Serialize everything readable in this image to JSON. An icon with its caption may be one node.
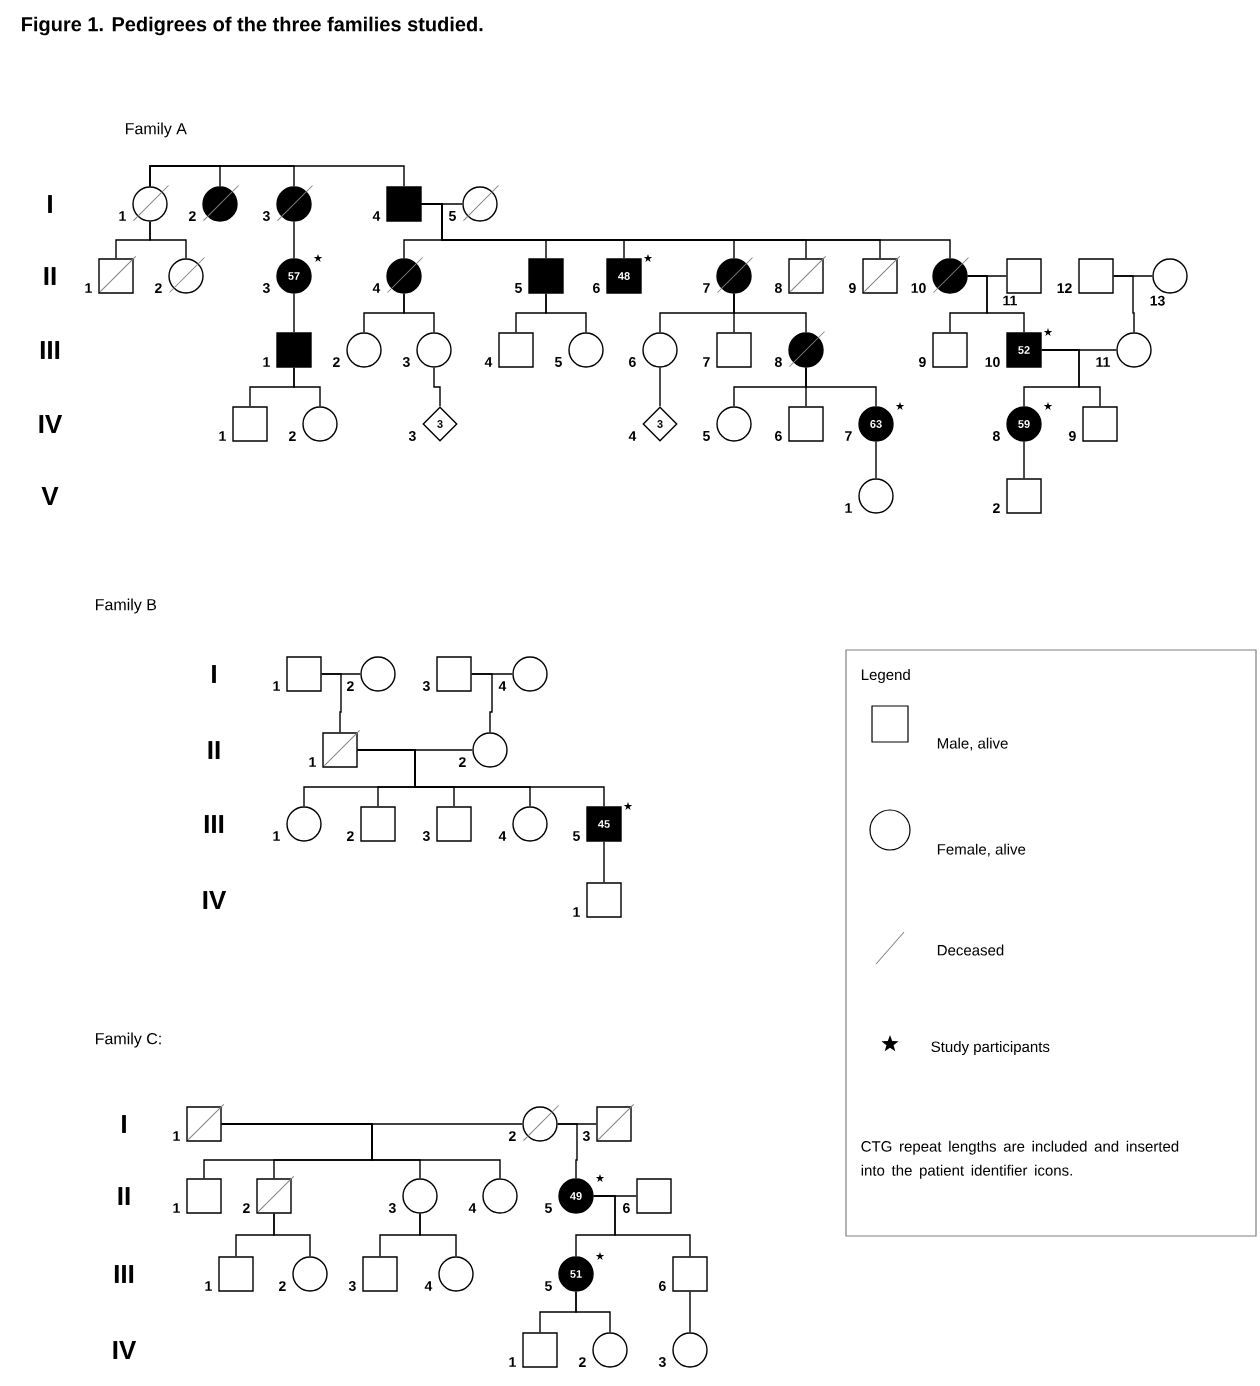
{
  "diagram": {
    "title": "Figure 1. Pedigrees of the three families studied.",
    "nodes": [
      {
        "text": [],
        "shape": "circle",
        "beside": [
          "1"
        ]
      },
      {
        "text": [],
        "shape": "circle",
        "beside": [
          "2"
        ]
      },
      {
        "text": [],
        "shape": "circle",
        "beside": [
          "3"
        ]
      },
      {
        "text": [],
        "shape": "box",
        "beside": [
          "4"
        ]
      },
      {
        "text": [],
        "shape": "circle",
        "beside": [
          "5"
        ]
      },
      {
        "text": [],
        "shape": "box",
        "beside": [
          "1"
        ]
      },
      {
        "text": [],
        "shape": "circle",
        "beside": [
          "2"
        ]
      },
      {
        "text": [
          "57"
        ],
        "beside": [
          "3",
          "★"
        ]
      },
      {
        "text": [],
        "shape": "circle",
        "beside": [
          "4"
        ]
      },
      {
        "text": [],
        "shape": "box",
        "beside": [
          "5"
        ]
      },
      {
        "text": [
          "48"
        ],
        "beside": [
          "6",
          "★"
        ]
      },
      {
        "text": [],
        "shape": "circle",
        "beside": [
          "7"
        ]
      },
      {
        "text": [],
        "shape": "box",
        "beside": [
          "8"
        ]
      },
      {
        "text": [],
        "shape": "box",
        "beside": [
          "9"
        ]
      },
      {
        "text": [],
        "shape": "circle",
        "beside": [
          "10"
        ]
      },
      {
        "text": [],
        "shape": "box",
        "beside": [
          "11"
        ]
      },
      {
        "text": [],
        "shape": "box",
        "beside": [
          "12"
        ]
      },
      {
        "text": [],
        "shape": "circle",
        "beside": [
          "13"
        ]
      },
      {
        "text": [],
        "shape": "box",
        "beside": [
          "1"
        ]
      },
      {
        "text": [],
        "shape": "circle",
        "beside": [
          "2"
        ]
      },
      {
        "text": [],
        "shape": "circle",
        "beside": [
          "3"
        ]
      },
      {
        "text": [],
        "shape": "box",
        "beside": [
          "4"
        ]
      },
      {
        "text": [],
        "shape": "circle",
        "beside": [
          "5"
        ]
      },
      {
        "text": [],
        "shape": "circle",
        "beside": [
          "6"
        ]
      },
      {
        "text": [],
        "shape": "box",
        "beside": [
          "7"
        ]
      },
      {
        "text": [],
        "shape": "circle",
        "beside": [
          "8"
        ]
      },
      {
        "text": [],
        "shape": "box",
        "beside": [
          "9"
        ]
      },
      {
        "text": [
          "52"
        ],
        "beside": [
          "10",
          "★"
        ]
      },
      {
        "text": [],
        "shape": "circle",
        "beside": [
          "11"
        ]
      },
      {
        "text": [],
        "shape": "box",
        "beside": [
          "1"
        ]
      },
      {
        "text": [],
        "shape": "circle",
        "beside": [
          "2"
        ]
      },
      {
        "text": [
          "3"
        ],
        "beside": [
          "3"
        ]
      },
      {
        "text": [
          "3"
        ],
        "beside": [
          "4"
        ]
      },
      {
        "text": [],
        "shape": "circle",
        "beside": [
          "5"
        ]
      },
      {
        "text": [],
        "shape": "box",
        "beside": [
          "6"
        ]
      },
      {
        "text": [
          "63"
        ],
        "beside": [
          "7",
          "★"
        ]
      },
      {
        "text": [
          "59"
        ],
        "beside": [
          "8",
          "★"
        ]
      },
      {
        "text": [],
        "shape": "box",
        "beside": [
          "9"
        ]
      },
      {
        "text": [],
        "shape": "circle",
        "beside": [
          "1"
        ]
      },
      {
        "text": [],
        "shape": "box",
        "beside": [
          "2"
        ]
      },
      {
        "text": [],
        "shape": "box",
        "beside": [
          "1"
        ]
      },
      {
        "text": [],
        "shape": "circle",
        "beside": [
          "2"
        ]
      },
      {
        "text": [],
        "shape": "box",
        "beside": [
          "3"
        ]
      },
      {
        "text": [],
        "shape": "circle",
        "beside": [
          "4"
        ]
      },
      {
        "text": [],
        "shape": "box",
        "beside": [
          "1"
        ]
      },
      {
        "text": [],
        "shape": "circle",
        "beside": [
          "2"
        ]
      },
      {
        "text": [],
        "shape": "circle",
        "beside": [
          "1"
        ]
      },
      {
        "text": [],
        "shape": "box",
        "beside": [
          "2"
        ]
      },
      {
        "text": [],
        "shape": "box",
        "beside": [
          "3"
        ]
      },
      {
        "text": [],
        "shape": "circle",
        "beside": [
          "4"
        ]
      },
      {
        "text": [
          "45"
        ],
        "beside": [
          "5",
          "★"
        ]
      },
      {
        "text": [],
        "shape": "box",
        "beside": [
          "1"
        ]
      },
      {
        "text": [],
        "shape": "box",
        "beside": [
          "1"
        ]
      },
      {
        "text": [],
        "shape": "circle",
        "beside": [
          "2"
        ]
      },
      {
        "text": [],
        "shape": "box",
        "beside": [
          "3"
        ]
      },
      {
        "text": [],
        "shape": "box",
        "beside": [
          "1"
        ]
      },
      {
        "text": [],
        "shape": "box",
        "beside": [
          "2"
        ]
      },
      {
        "text": [],
        "shape": "circle",
        "beside": [
          "3"
        ]
      },
      {
        "text": [],
        "shape": "circle",
        "beside": [
          "4"
        ]
      },
      {
        "text": [
          "49"
        ],
        "beside": [
          "5",
          "★"
        ]
      },
      {
        "text": [],
        "shape": "box",
        "beside": [
          "6"
        ]
      },
      {
        "text": [],
        "shape": "box",
        "beside": [
          "1"
        ]
      },
      {
        "text": [],
        "shape": "circle",
        "beside": [
          "2"
        ]
      },
      {
        "text": [],
        "shape": "box",
        "beside": [
          "3"
        ]
      },
      {
        "text": [],
        "shape": "circle",
        "beside": [
          "4"
        ]
      },
      {
        "text": [
          "51"
        ],
        "beside": [
          "5",
          "★"
        ]
      },
      {
        "text": [],
        "shape": "box",
        "beside": [
          "6"
        ]
      },
      {
        "text": [],
        "shape": "box",
        "beside": [
          "1"
        ]
      },
      {
        "text": [],
        "shape": "circle",
        "beside": [
          "2"
        ]
      },
      {
        "text": [],
        "shape": "circle",
        "beside": [
          "3"
        ]
      }
    ],
    "edges": [
      {
        "from": 0,
        "to": 1,
        "arrow": "none"
      },
      {
        "from": 0,
        "to": 2,
        "arrow": "none"
      },
      {
        "from": 0,
        "to": 3,
        "arrow": "none"
      },
      {
        "from": 3,
        "to": 4,
        "arrow": "none"
      },
      {
        "from": 14,
        "to": 15,
        "arrow": "none"
      },
      {
        "from": 16,
        "to": 17,
        "arrow": "none"
      },
      {
        "from": 27,
        "to": 28,
        "arrow": "none"
      },
      {
        "from": 0,
        "to": 5,
        "arrow": "none"
      },
      {
        "from": 0,
        "to": 6,
        "arrow": "none"
      },
      {
        "from": 2,
        "to": 7,
        "arrow": "none"
      },
      {
        "from": 3,
        "to": 8,
        "arrow": "none"
      },
      {
        "from": 3,
        "to": 9,
        "arrow": "none"
      },
      {
        "from": 3,
        "to": 10,
        "arrow": "none"
      },
      {
        "from": 3,
        "to": 11,
        "arrow": "none"
      },
      {
        "from": 3,
        "to": 12,
        "arrow": "none"
      },
      {
        "from": 3,
        "to": 13,
        "arrow": "none"
      },
      {
        "from": 3,
        "to": 14,
        "arrow": "none"
      },
      {
        "from": 7,
        "to": 18,
        "arrow": "none"
      },
      {
        "from": 8,
        "to": 19,
        "arrow": "none"
      },
      {
        "from": 8,
        "to": 20,
        "arrow": "none"
      },
      {
        "from": 9,
        "to": 21,
        "arrow": "none"
      },
      {
        "from": 9,
        "to": 22,
        "arrow": "none"
      },
      {
        "from": 11,
        "to": 23,
        "arrow": "none"
      },
      {
        "from": 11,
        "to": 24,
        "arrow": "none"
      },
      {
        "from": 11,
        "to": 25,
        "arrow": "none"
      },
      {
        "from": 14,
        "to": 26,
        "arrow": "none"
      },
      {
        "from": 14,
        "to": 27,
        "arrow": "none"
      },
      {
        "from": 16,
        "to": 28,
        "arrow": "none"
      },
      {
        "from": 18,
        "to": 29,
        "arrow": "none"
      },
      {
        "from": 18,
        "to": 30,
        "arrow": "none"
      },
      {
        "from": 20,
        "to": 31,
        "arrow": "none"
      },
      {
        "from": 23,
        "to": 32,
        "arrow": "none"
      },
      {
        "from": 25,
        "to": 33,
        "arrow": "none"
      },
      {
        "from": 25,
        "to": 34,
        "arrow": "none"
      },
      {
        "from": 25,
        "to": 35,
        "arrow": "none"
      },
      {
        "from": 27,
        "to": 36,
        "arrow": "none"
      },
      {
        "from": 27,
        "to": 37,
        "arrow": "none"
      },
      {
        "from": 35,
        "to": 38,
        "arrow": "none"
      },
      {
        "from": 36,
        "to": 39,
        "arrow": "none"
      },
      {
        "from": 40,
        "to": 41,
        "arrow": "none"
      },
      {
        "from": 42,
        "to": 43,
        "arrow": "none"
      },
      {
        "from": 44,
        "to": 45,
        "arrow": "none"
      },
      {
        "from": 40,
        "to": 44,
        "arrow": "none"
      },
      {
        "from": 42,
        "to": 45,
        "arrow": "none"
      },
      {
        "from": 44,
        "to": 46,
        "arrow": "none"
      },
      {
        "from": 44,
        "to": 47,
        "arrow": "none"
      },
      {
        "from": 44,
        "to": 48,
        "arrow": "none"
      },
      {
        "from": 44,
        "to": 49,
        "arrow": "none"
      },
      {
        "from": 44,
        "to": 50,
        "arrow": "none"
      },
      {
        "from": 50,
        "to": 51,
        "arrow": "none"
      },
      {
        "from": 52,
        "to": 53,
        "arrow": "none"
      },
      {
        "from": 53,
        "to": 54,
        "arrow": "none"
      },
      {
        "from": 59,
        "to": 60,
        "arrow": "none"
      },
      {
        "from": 52,
        "to": 55,
        "arrow": "none"
      },
      {
        "from": 52,
        "to": 56,
        "arrow": "none"
      },
      {
        "from": 52,
        "to": 57,
        "arrow": "none"
      },
      {
        "from": 52,
        "to": 58,
        "arrow": "none"
      },
      {
        "from": 53,
        "to": 59,
        "arrow": "none"
      },
      {
        "from": 56,
        "to": 61,
        "arrow": "none"
      },
      {
        "from": 56,
        "to": 62,
        "arrow": "none"
      },
      {
        "from": 57,
        "to": 63,
        "arrow": "none"
      },
      {
        "from": 57,
        "to": 64,
        "arrow": "none"
      },
      {
        "from": 59,
        "to": 65,
        "arrow": "none"
      },
      {
        "from": 59,
        "to": 66,
        "arrow": "none"
      },
      {
        "from": 65,
        "to": 67,
        "arrow": "none"
      },
      {
        "from": 65,
        "to": 68,
        "arrow": "none"
      },
      {
        "from": 66,
        "to": 69,
        "arrow": "none"
      }
    ],
    "labels": [
      "Family A",
      "I",
      "II",
      "III",
      "IV",
      "V",
      "Family B",
      "I",
      "II",
      "III",
      "IV",
      "Family C:",
      "I",
      "II",
      "III",
      "IV",
      "Legend",
      "CTG repeat lengths are included and inserted into the patient identifier icons."
    ],
    "legend": [
      {
        "text": "Male, alive"
      },
      {
        "text": "Female, alive"
      },
      {
        "text": "Deceased"
      },
      {
        "text": "Study participants"
      }
    ]
  }
}
